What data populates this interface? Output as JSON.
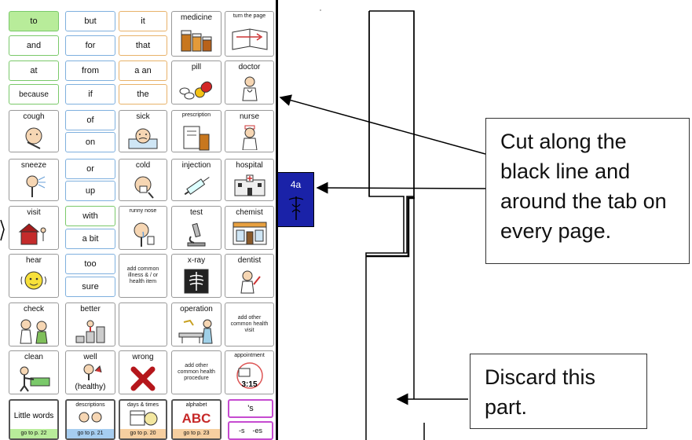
{
  "grid": {
    "words": [
      {
        "id": "to",
        "label": "to"
      },
      {
        "id": "but",
        "label": "but"
      },
      {
        "id": "it",
        "label": "it"
      },
      {
        "id": "and",
        "label": "and"
      },
      {
        "id": "for",
        "label": "for"
      },
      {
        "id": "that",
        "label": "that"
      },
      {
        "id": "at",
        "label": "at"
      },
      {
        "id": "from",
        "label": "from"
      },
      {
        "id": "a-an",
        "label": "a an"
      },
      {
        "id": "because",
        "label": "because"
      },
      {
        "id": "if",
        "label": "if"
      },
      {
        "id": "the",
        "label": "the"
      },
      {
        "id": "of",
        "label": "of"
      },
      {
        "id": "on",
        "label": "on"
      },
      {
        "id": "or",
        "label": "or"
      },
      {
        "id": "up",
        "label": "up"
      },
      {
        "id": "with",
        "label": "with"
      },
      {
        "id": "a-bit",
        "label": "a bit"
      },
      {
        "id": "too",
        "label": "too"
      },
      {
        "id": "sure",
        "label": "sure"
      }
    ],
    "pictures": {
      "medicine": "medicine",
      "turn_the_page": "turn the page",
      "pill": "pill",
      "doctor": "doctor",
      "cough": "cough",
      "sick": "sick",
      "prescription": "prescription",
      "nurse": "nurse",
      "sneeze": "sneeze",
      "cold": "cold",
      "injection": "injection",
      "hospital": "hospital",
      "visit": "visit",
      "runny_nose": "runny nose",
      "test": "test",
      "chemist": "chemist",
      "hear": "hear",
      "add_illness": "add common illness & / or health item",
      "xray": "x-ray",
      "dentist": "dentist",
      "check": "check",
      "better": "better",
      "operation": "operation",
      "add_visit": "add other common health visit",
      "clean": "clean",
      "well": "well",
      "healthy": "(healthy)",
      "wrong": "wrong",
      "add_procedure": "add other common health procedure",
      "appointment": "appointment",
      "appointment_time": "3:15"
    },
    "bottom": {
      "little_words": "Little words",
      "little_goto": "go to p. 22",
      "descriptions": "descriptions",
      "descriptions_goto": "go to p. 21",
      "days_times": "days & times",
      "days_goto": "go to p. 20",
      "alphabet": "alphabet",
      "alphabet_big": "ABC",
      "alphabet_goto": "go to p. 23",
      "apostrophe_s": "'s",
      "s_es": "-s    -es"
    }
  },
  "tab": {
    "label": "4a"
  },
  "callouts": {
    "cut": "Cut along the black line and around the tab on every page.",
    "discard": "Discard this part."
  },
  "colors": {
    "tab_blue": "#1a22a8",
    "green_border": "#7ac96a",
    "blue_border": "#7fb0de",
    "orange_border": "#e8b26a",
    "pink_border": "#e07ad0",
    "highlight_green": "#b8ec9a"
  }
}
